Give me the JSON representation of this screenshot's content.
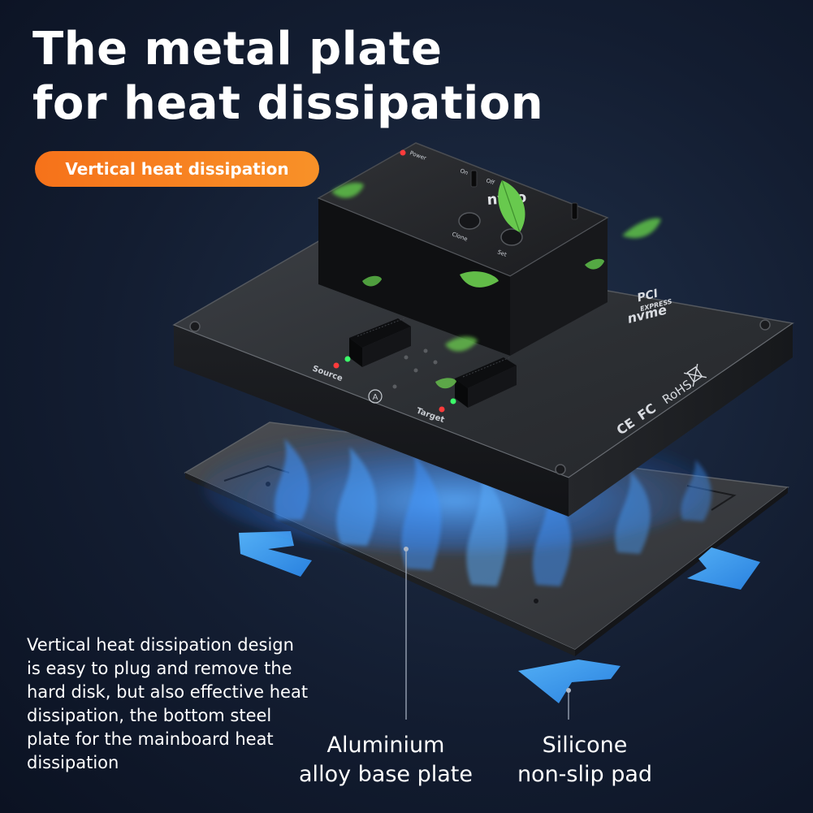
{
  "headline": {
    "line1": "The metal plate",
    "line2": "for heat dissipation"
  },
  "badge": {
    "text": "Vertical heat dissipation",
    "color_start": "#f6721a",
    "color_end": "#f89128"
  },
  "description": {
    "lines": [
      "Vertical heat dissipation design",
      "is easy to plug and remove the",
      "hard disk, but also effective heat",
      "dissipation, the bottom steel",
      "plate for the mainboard heat",
      "dissipation"
    ]
  },
  "callouts": {
    "aluminium": {
      "line1": "Aluminium",
      "line2": "alloy base plate"
    },
    "silicone": {
      "line1": "Silicone",
      "line2": "non-slip pad"
    }
  },
  "device": {
    "brand": "nvvo",
    "power_label": "Power",
    "switch_on": "On",
    "switch_off": "Off",
    "button_clone": "Clone",
    "button_set": "Set",
    "slot_source": "Source",
    "slot_target": "Target",
    "slot_marker": "A",
    "logo_pci": "PCI",
    "logo_express": "EXPRESS",
    "logo_nvme": "nvme",
    "cert_rohs": "RoHS",
    "cert_ce": "CE",
    "cert_fc": "FC"
  },
  "colors": {
    "background": "#131d31",
    "accent_orange": "#f6721a",
    "pad_blue": "#3a9df5",
    "heat_glow": "#2f8bff",
    "leaf_green": "#5fc24a"
  }
}
